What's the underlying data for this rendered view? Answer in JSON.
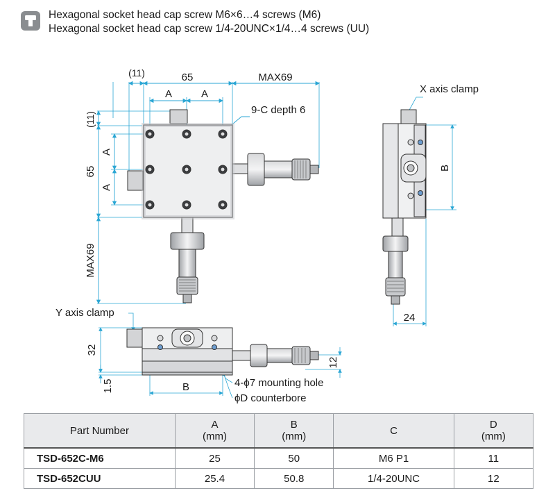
{
  "header": {
    "icon": "screw-icon",
    "line1": "Hexagonal socket head cap screw M6×6…4 screws (M6)",
    "line2": "Hexagonal socket head cap screw 1/4-20UNC×1/4…4 screws (UU)"
  },
  "drawing": {
    "dims": {
      "top_11": "(11)",
      "top_65": "65",
      "top_max69": "MAX69",
      "a": "A",
      "left_11": "(11)",
      "left_65": "65",
      "left_max69": "MAX69",
      "b": "B",
      "h24": "24",
      "h32": "32",
      "h1_5": "1.5",
      "h12": "12"
    },
    "notes": {
      "holes": "9-C depth 6",
      "x_clamp": "X axis clamp",
      "y_clamp": "Y axis clamp",
      "mount": "4-ϕ7 mounting hole",
      "cbore": "ϕD counterbore"
    }
  },
  "table": {
    "headers": [
      {
        "label": "Part Number",
        "unit": ""
      },
      {
        "label": "A",
        "unit": "(mm)"
      },
      {
        "label": "B",
        "unit": "(mm)"
      },
      {
        "label": "C",
        "unit": ""
      },
      {
        "label": "D",
        "unit": "(mm)"
      }
    ],
    "rows": [
      [
        "TSD-652C-M6",
        "25",
        "50",
        "M6 P1",
        "11"
      ],
      [
        "TSD-652CUU",
        "25.4",
        "50.8",
        "1/4-20UNC",
        "12"
      ]
    ]
  }
}
